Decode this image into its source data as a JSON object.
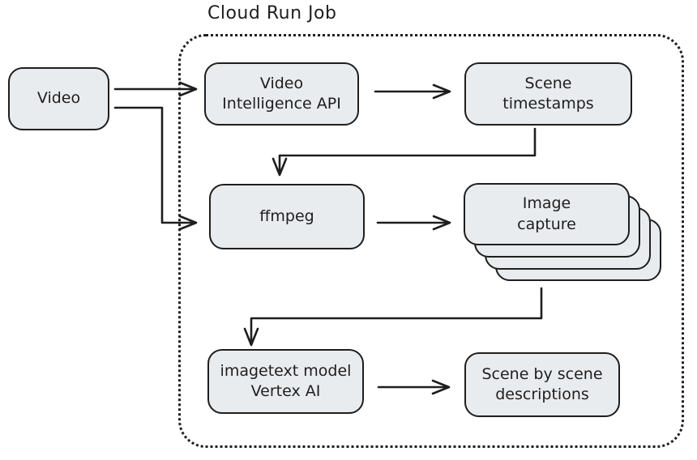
{
  "diagram": {
    "title": "Cloud Run Job",
    "nodes": [
      {
        "id": "video",
        "label": "Video"
      },
      {
        "id": "video-intelligence-api",
        "label": "Video\nIntelligence API"
      },
      {
        "id": "scene-timestamps",
        "label": "Scene\ntimestamps"
      },
      {
        "id": "ffmpeg",
        "label": "ffmpeg"
      },
      {
        "id": "image-capture",
        "label": "Image\ncapture",
        "stack_count": 4
      },
      {
        "id": "imagetext-model-vertex-ai",
        "label": "imagetext model\nVertex AI"
      },
      {
        "id": "scene-by-scene-descriptions",
        "label": "Scene by scene\ndescriptions"
      }
    ],
    "edges": [
      {
        "from": "video",
        "to": "video-intelligence-api"
      },
      {
        "from": "video",
        "to": "ffmpeg"
      },
      {
        "from": "video-intelligence-api",
        "to": "scene-timestamps"
      },
      {
        "from": "scene-timestamps",
        "to": "ffmpeg"
      },
      {
        "from": "ffmpeg",
        "to": "image-capture"
      },
      {
        "from": "image-capture",
        "to": "imagetext-model-vertex-ai"
      },
      {
        "from": "imagetext-model-vertex-ai",
        "to": "scene-by-scene-descriptions"
      }
    ],
    "colors": {
      "node_fill": "#e9ecef",
      "stroke": "#1e1e1e",
      "container_border": "#1e1e1e",
      "background": "#ffffff"
    }
  }
}
